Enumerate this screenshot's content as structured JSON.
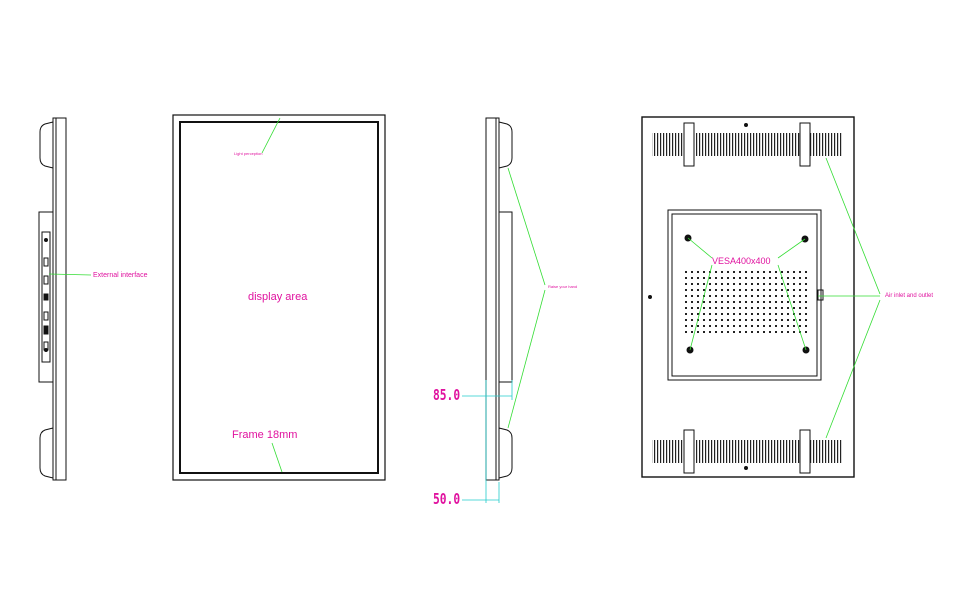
{
  "labels": {
    "external_interface": "External interface",
    "display_area": "display area",
    "frame": "Frame 18mm",
    "light_sensor": "Light perception",
    "rear_hand": "Raise your hand",
    "dim_top": "85.0",
    "dim_bottom": "50.0",
    "vesa": "VESA400x400",
    "air": "Air inlet and outlet"
  },
  "colors": {
    "line": "#111111",
    "leader": "#33dd33",
    "label": "#e0129f",
    "dim_line": "#22cccc"
  }
}
